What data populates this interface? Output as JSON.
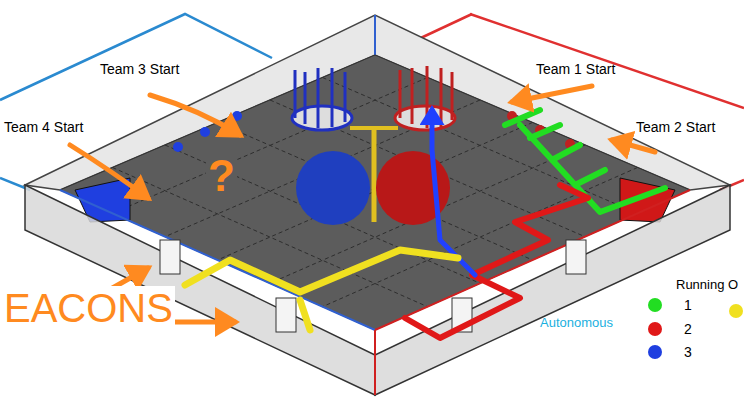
{
  "diagram": {
    "labels": [
      "Team 3 Start",
      "Team 4 Start",
      "Team 1 Start",
      "Team 2 Start",
      "?",
      "EACONS",
      "Running O",
      "Autonomous"
    ],
    "legend": [
      {
        "text": "1",
        "color": "#22dd22"
      },
      {
        "text": "2",
        "color": "#e01818"
      },
      {
        "text": "3",
        "color": "#1f3fe0"
      }
    ]
  }
}
